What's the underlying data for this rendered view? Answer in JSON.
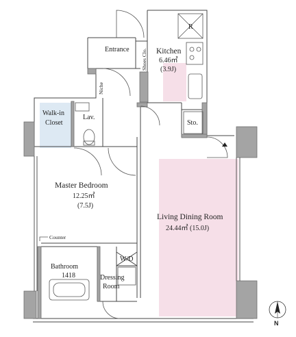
{
  "plan": {
    "rooms": {
      "entrance": "Entrance",
      "shoes_closet": "Shoes Clo.",
      "kitchen_name": "Kitchen",
      "kitchen_area": "6.46㎡",
      "kitchen_tatami": "(3.9J)",
      "refrigerator": "R",
      "niche": "Niche",
      "walkin_line1": "Walk-in",
      "walkin_line2": "Closet",
      "lavatory": "Lav.",
      "storage": "Sto.",
      "master_name": "Master Bedroom",
      "master_area": "12.25㎡",
      "master_tatami": "(7.5J)",
      "living_name": "Living Dining Room",
      "living_area": "24.44㎡ (15.0J)",
      "counter": "Counter",
      "bathroom_name": "Bathroom",
      "bathroom_size": "1418",
      "washer": "W/D",
      "dressing_line1": "Dressing",
      "dressing_line2": "Room"
    },
    "north_label": "N",
    "colors": {
      "wall": "#a4a4a4",
      "wall_stroke": "#6e6e6e",
      "highlight_pink": "#f6dfe8",
      "closet_blue": "#dde9f3",
      "line": "#333333"
    }
  }
}
